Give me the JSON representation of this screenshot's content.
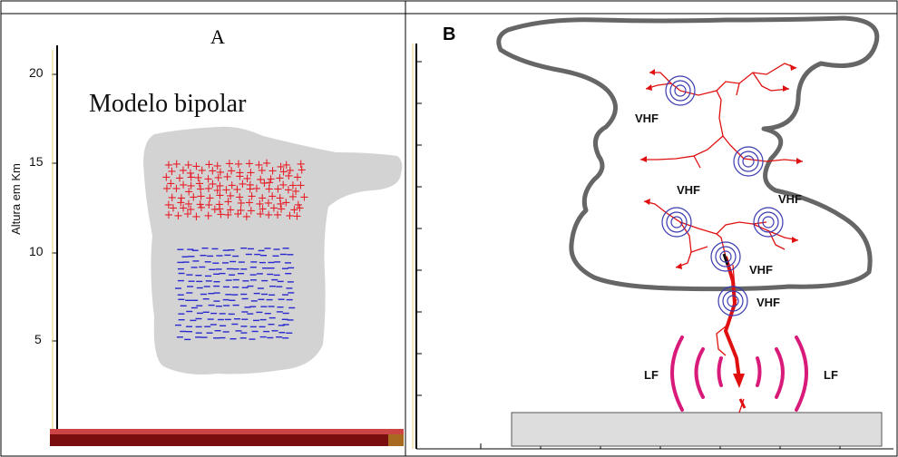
{
  "panel_a": {
    "label": "A",
    "title": "Modelo bipolar",
    "y_axis_label": "Altura em Km",
    "y_ticks": [
      "20",
      "15",
      "10",
      "5"
    ]
  },
  "panel_b": {
    "label": "B",
    "vhf_labels": [
      "VHF",
      "VHF",
      "VHF",
      "VHF",
      "VHF"
    ],
    "lf_labels": [
      "LF",
      "LF"
    ]
  },
  "colors": {
    "cloud_fill": "#d3d3d3",
    "positive_charge": "#e8202a",
    "negative_charge": "#2a2ad0",
    "cloud_outline": "#666666",
    "lightning": "#e01010",
    "vhf_rings": "#3a3ab0",
    "lf_waves": "#d81b7a",
    "ground_bar": "#7a0e0e",
    "ground_box": "#dddddd"
  }
}
